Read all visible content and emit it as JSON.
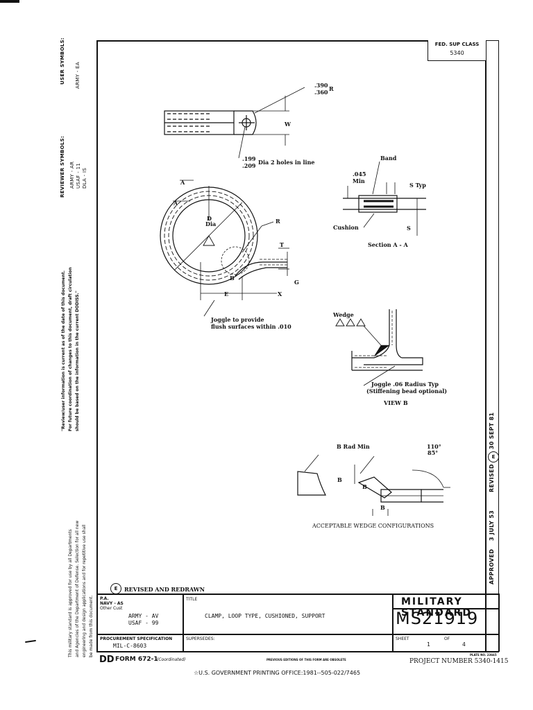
{
  "header": {
    "fed_sup_class_label": "FED. SUP CLASS",
    "fed_sup_class_value": "5340"
  },
  "left_margin": {
    "user_symbols_label": "USER SYMBOLS:",
    "user_symbols_value": "ARMY - EA",
    "reviewer_symbols_label": "REVIEWER SYMBOLS:",
    "reviewer_line1": "ARMY - AR",
    "reviewer_line2": "USAF - 11",
    "reviewer_line3": "DLA - IS",
    "notice_line1": "\"Review/user information is current as of the date of this document.",
    "notice_line2": "For future coordination of changes to this document, draft circulation",
    "notice_line3": "should be based on the information in the current DODISS.\"",
    "approval_line1": "This military standard is approved for use by all Departments",
    "approval_line2": "and Agencies of the Department of Defense. Selection for all new",
    "approval_line3": "engineering and design applications and for repetitive use shall",
    "approval_line4": "be made from this document."
  },
  "right_strip": {
    "date_revised": "30 SEPT 81",
    "revision_letter": "E",
    "revised_label": "REVISED",
    "approved_date": "3 JULY 53",
    "approved_label": "APPROVED"
  },
  "drawing": {
    "dim_390": ".390",
    "dim_360": ".360",
    "dim_R_top": "R",
    "dim_W": "W",
    "dim_199": ".199",
    "dim_209": ".209",
    "holes_note": "Dia 2 holes in line",
    "label_A_top": "A",
    "label_A_mid": "A",
    "label_D": "D",
    "label_Dia": "Dia",
    "label_R": "R",
    "label_T": "T",
    "label_G": "G",
    "label_B": "B",
    "label_E": "E",
    "label_X": "X",
    "joggle_note_1": "Joggle to provide",
    "joggle_note_2": "flush surfaces within .010",
    "label_band": "Band",
    "dim_045": ".045",
    "dim_min": "Min",
    "label_S_typ": "S Typ",
    "label_cushion": "Cushion",
    "label_S": "S",
    "section_caption": "Section A - A",
    "label_wedge": "Wedge",
    "joggle_note_b1": "Joggle .06 Radius Typ",
    "joggle_note_b2": "(Stiffening bead optional)",
    "view_b_caption": "VIEW B",
    "b_rad_min": "B Rad Min",
    "angle_110": "110°",
    "angle_85": "85°",
    "label_B1": "B",
    "label_B2": "B",
    "label_B3": "B",
    "wedge_caption": "ACCEPTABLE WEDGE CONFIGURATIONS"
  },
  "title_block": {
    "revision_note": "REVISED AND REDRAWN",
    "revision_letter": "E",
    "custodian_pa": "P.A.",
    "custodian_navy": "NAVY - AS",
    "custodian_other": "Other Cust",
    "custodian_army": "ARMY - AV",
    "custodian_usaf": "USAF - 99",
    "title_label": "TITLE",
    "title": "CLAMP, LOOP TYPE, CUSHIONED, SUPPORT",
    "military_standard": "MILITARY STANDARD",
    "ms_number": "MS21919",
    "procurement_label": "PROCUREMENT SPECIFICATION",
    "procurement_value": "MIL-C-8603",
    "supersedes_label": "SUPERSEDES:",
    "sheet_label": "SHEET",
    "sheet_value": "1",
    "of_label": "OF",
    "of_value": "4"
  },
  "footer": {
    "form_dd": "DD",
    "form_no": "FORM 672-1",
    "form_sub": "(Coordinated)",
    "previous_editions": "PREVIOUS EDITIONS OF THIS FORM ARE OBSOLETE",
    "plate_no": "PLATE NO. 23665",
    "project_number": "PROJECT NUMBER 5340-1415",
    "printing_office": "☆U.S. GOVERNMENT PRINTING OFFICE:1981--505-022/7465"
  }
}
